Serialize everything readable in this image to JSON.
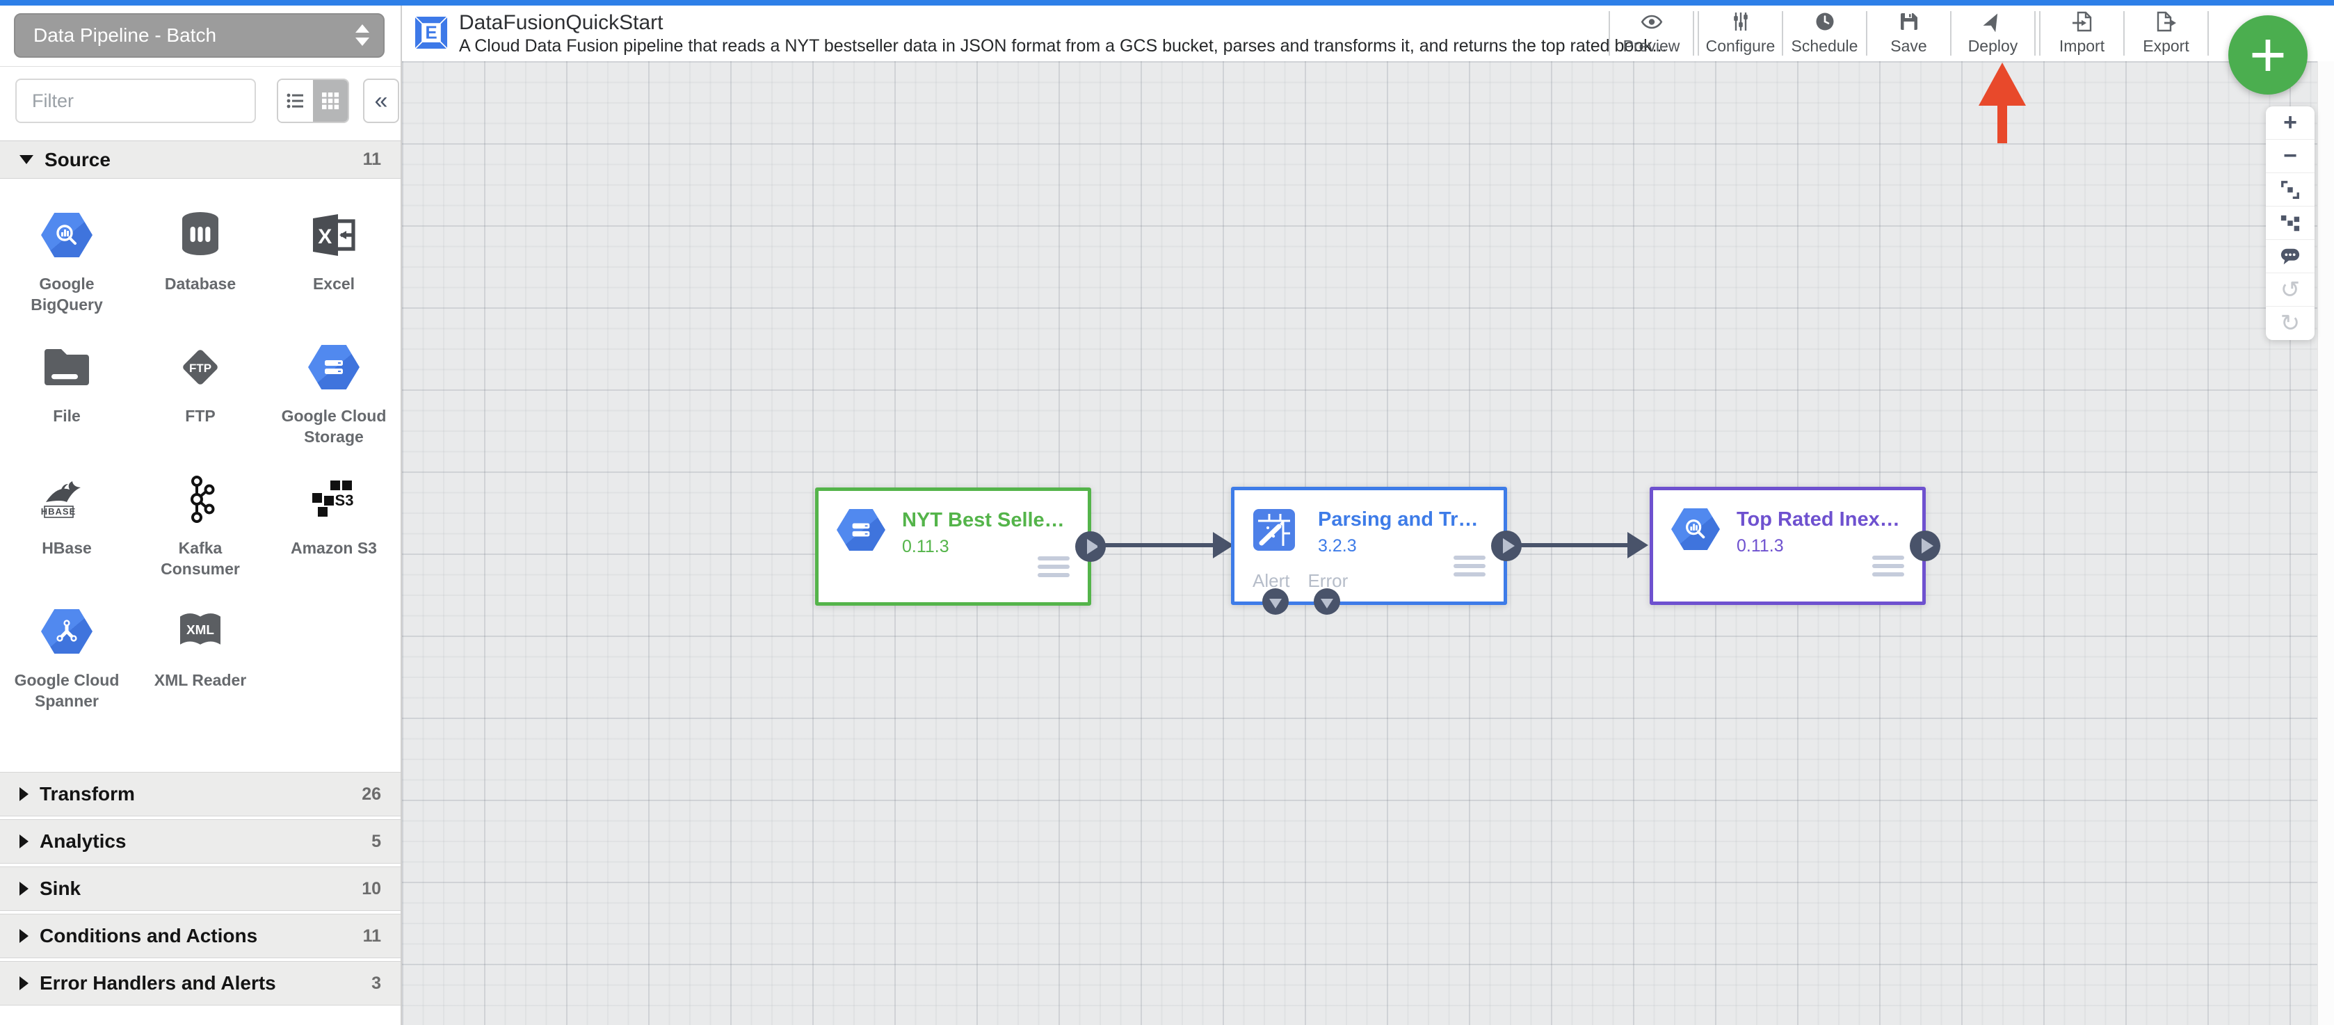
{
  "colors": {
    "top_bar": "#2d7fe8",
    "node_green": "#54b44a",
    "node_blue": "#3e7ce8",
    "node_purple": "#6e51cf",
    "connection": "#49536a",
    "annotation_arrow_red": "#e8492b",
    "add_button_green": "#4bae4f"
  },
  "sidebar": {
    "pipeline_type": "Data Pipeline - Batch",
    "filter_placeholder": "Filter",
    "collapse_glyph": "«",
    "sections": [
      {
        "label": "Source",
        "count": "11",
        "expanded": true,
        "items": [
          {
            "label": "Google BigQuery",
            "icon": "bigquery-icon"
          },
          {
            "label": "Database",
            "icon": "database-icon"
          },
          {
            "label": "Excel",
            "icon": "excel-icon"
          },
          {
            "label": "File",
            "icon": "file-icon"
          },
          {
            "label": "FTP",
            "icon": "ftp-icon"
          },
          {
            "label": "Google Cloud Storage",
            "icon": "gcs-icon"
          },
          {
            "label": "HBase",
            "icon": "hbase-icon"
          },
          {
            "label": "Kafka Consumer",
            "icon": "kafka-icon"
          },
          {
            "label": "Amazon S3",
            "icon": "s3-icon"
          },
          {
            "label": "Google Cloud Spanner",
            "icon": "spanner-icon"
          },
          {
            "label": "XML Reader",
            "icon": "xml-icon"
          }
        ]
      },
      {
        "label": "Transform",
        "count": "26",
        "expanded": false
      },
      {
        "label": "Analytics",
        "count": "5",
        "expanded": false
      },
      {
        "label": "Sink",
        "count": "10",
        "expanded": false
      },
      {
        "label": "Conditions and Actions",
        "count": "11",
        "expanded": false
      },
      {
        "label": "Error Handlers and Alerts",
        "count": "3",
        "expanded": false
      }
    ]
  },
  "header": {
    "title": "DataFusionQuickStart",
    "description": "A Cloud Data Fusion pipeline that reads a NYT bestseller data in JSON format from a GCS bucket, parses and transforms it, and returns the top rated book...",
    "toolbar": [
      {
        "label": "Preview",
        "icon": "eye-icon"
      },
      {
        "label": "Configure",
        "icon": "sliders-icon"
      },
      {
        "label": "Schedule",
        "icon": "clock-icon"
      },
      {
        "label": "Save",
        "icon": "save-icon"
      },
      {
        "label": "Deploy",
        "icon": "send-icon"
      },
      {
        "label": "Import",
        "icon": "import-icon"
      },
      {
        "label": "Export",
        "icon": "export-icon"
      }
    ]
  },
  "canvas": {
    "nodes": [
      {
        "title": "NYT Best Selle…",
        "version": "0.11.3",
        "icon": "gcs-icon",
        "accent": "#54b44a"
      },
      {
        "title": "Parsing and Tr…",
        "version": "3.2.3",
        "icon": "wrangler-icon",
        "accent": "#3e7ce8",
        "alert_label": "Alert",
        "error_label": "Error"
      },
      {
        "title": "Top Rated Inex…",
        "version": "0.11.3",
        "icon": "bigquery-icon",
        "accent": "#6e51cf"
      }
    ],
    "annotation_arrow": {
      "points_at": "Deploy",
      "color": "#e8492b"
    }
  },
  "add_button": {
    "glyph": "+"
  },
  "zoom_controls": {
    "items": [
      {
        "name": "zoom-in",
        "glyph": "+"
      },
      {
        "name": "zoom-out",
        "glyph": "−"
      },
      {
        "name": "fit-to-screen",
        "glyph": ""
      },
      {
        "name": "align-nodes",
        "glyph": ""
      },
      {
        "name": "comments",
        "glyph": ""
      },
      {
        "name": "undo",
        "glyph": "↺",
        "disabled": true
      },
      {
        "name": "redo",
        "glyph": "↻",
        "disabled": true
      }
    ]
  }
}
